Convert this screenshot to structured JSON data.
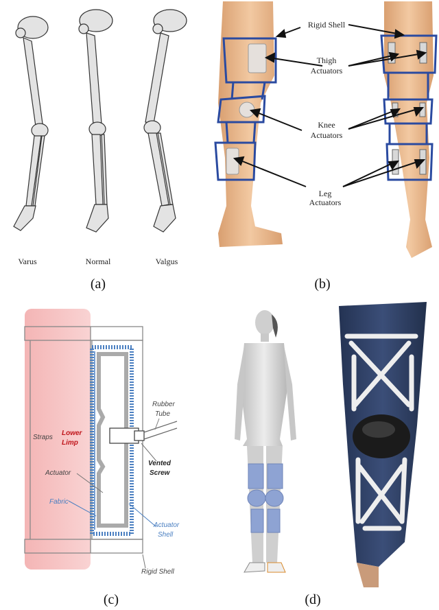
{
  "panel_a": {
    "caption": "(a)",
    "legs": [
      "Varus",
      "Normal",
      "Valgus"
    ]
  },
  "panel_b": {
    "caption": "(b)",
    "labels": {
      "rigid_shell": "Rigid Shell",
      "thigh_actuators": [
        "Thigh",
        "Actuators"
      ],
      "knee_actuators": [
        "Knee",
        "Actuators"
      ],
      "leg_actuators": [
        "Leg",
        "Actuators"
      ]
    },
    "colors": {
      "skin": "#e8b98d",
      "shell": "#2a4aa0"
    }
  },
  "panel_c": {
    "caption": "(c)",
    "labels": {
      "rubber_tube": [
        "Rubber",
        "Tube"
      ],
      "straps": "Straps",
      "lower_limp": [
        "Lower",
        "Limp"
      ],
      "vented_screw": [
        "Vented",
        "Screw"
      ],
      "actuator": "Actuator",
      "fabric": "Fabric",
      "actuator_shell": [
        "Actuator",
        "Shell"
      ],
      "rigid_shell": "Rigid Shell"
    },
    "colors": {
      "limb": "#f7c6c6",
      "red": "#c0151b",
      "blue": "#4a7fc1"
    }
  },
  "panel_d": {
    "caption": "(d)",
    "colors": {
      "body": "#d9d9d9",
      "brace": "#7f95c7",
      "jeans": "#2f4060",
      "frame": "#eeeeee"
    }
  }
}
